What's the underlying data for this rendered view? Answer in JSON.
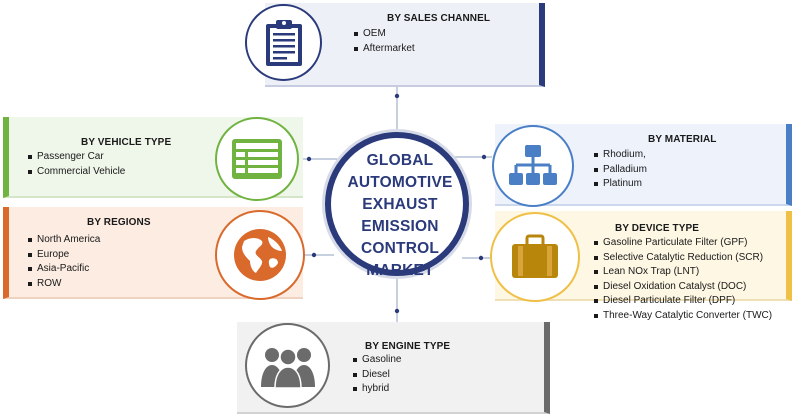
{
  "center": {
    "title": "GLOBAL\nAUTOMOTIVE\nEXHAUST\nEMISSION\nCONTROL\nMARKET"
  },
  "segments": {
    "sales_channel": {
      "title": "BY SALES CHANNEL",
      "items": [
        "OEM",
        "Aftermarket"
      ],
      "icon": "clipboard-icon",
      "color": "#2a3a7a"
    },
    "vehicle_type": {
      "title": "BY VEHICLE TYPE",
      "items": [
        "Passenger Car",
        "Commercial Vehicle"
      ],
      "icon": "spreadsheet-icon",
      "color": "#71b341"
    },
    "regions": {
      "title": "BY REGIONS",
      "items": [
        "North America",
        "Europe",
        "Asia-Pacific",
        "ROW"
      ],
      "icon": "globe-icon",
      "color": "#d96a2c"
    },
    "material": {
      "title": "BY MATERIAL",
      "items": [
        "Rhodium,",
        "Palladium",
        "Platinum"
      ],
      "icon": "hierarchy-icon",
      "color": "#4a7fc6"
    },
    "device_type": {
      "title": "BY DEVICE TYPE",
      "items": [
        "Gasoline Particulate Filter (GPF)",
        "Selective Catalytic Reduction (SCR)",
        "Lean NOx Trap (LNT)",
        "Diesel Oxidation Catalyst (DOC)",
        "Diesel Particulate Filter (DPF)",
        "Three-Way Catalytic Converter (TWC)"
      ],
      "icon": "briefcase-icon",
      "color": "#f0c046"
    },
    "engine_type": {
      "title": "BY ENGINE TYPE",
      "items": [
        "Gasoline",
        "Diesel",
        "hybrid"
      ],
      "icon": "people-icon",
      "color": "#6b6b6b"
    }
  }
}
